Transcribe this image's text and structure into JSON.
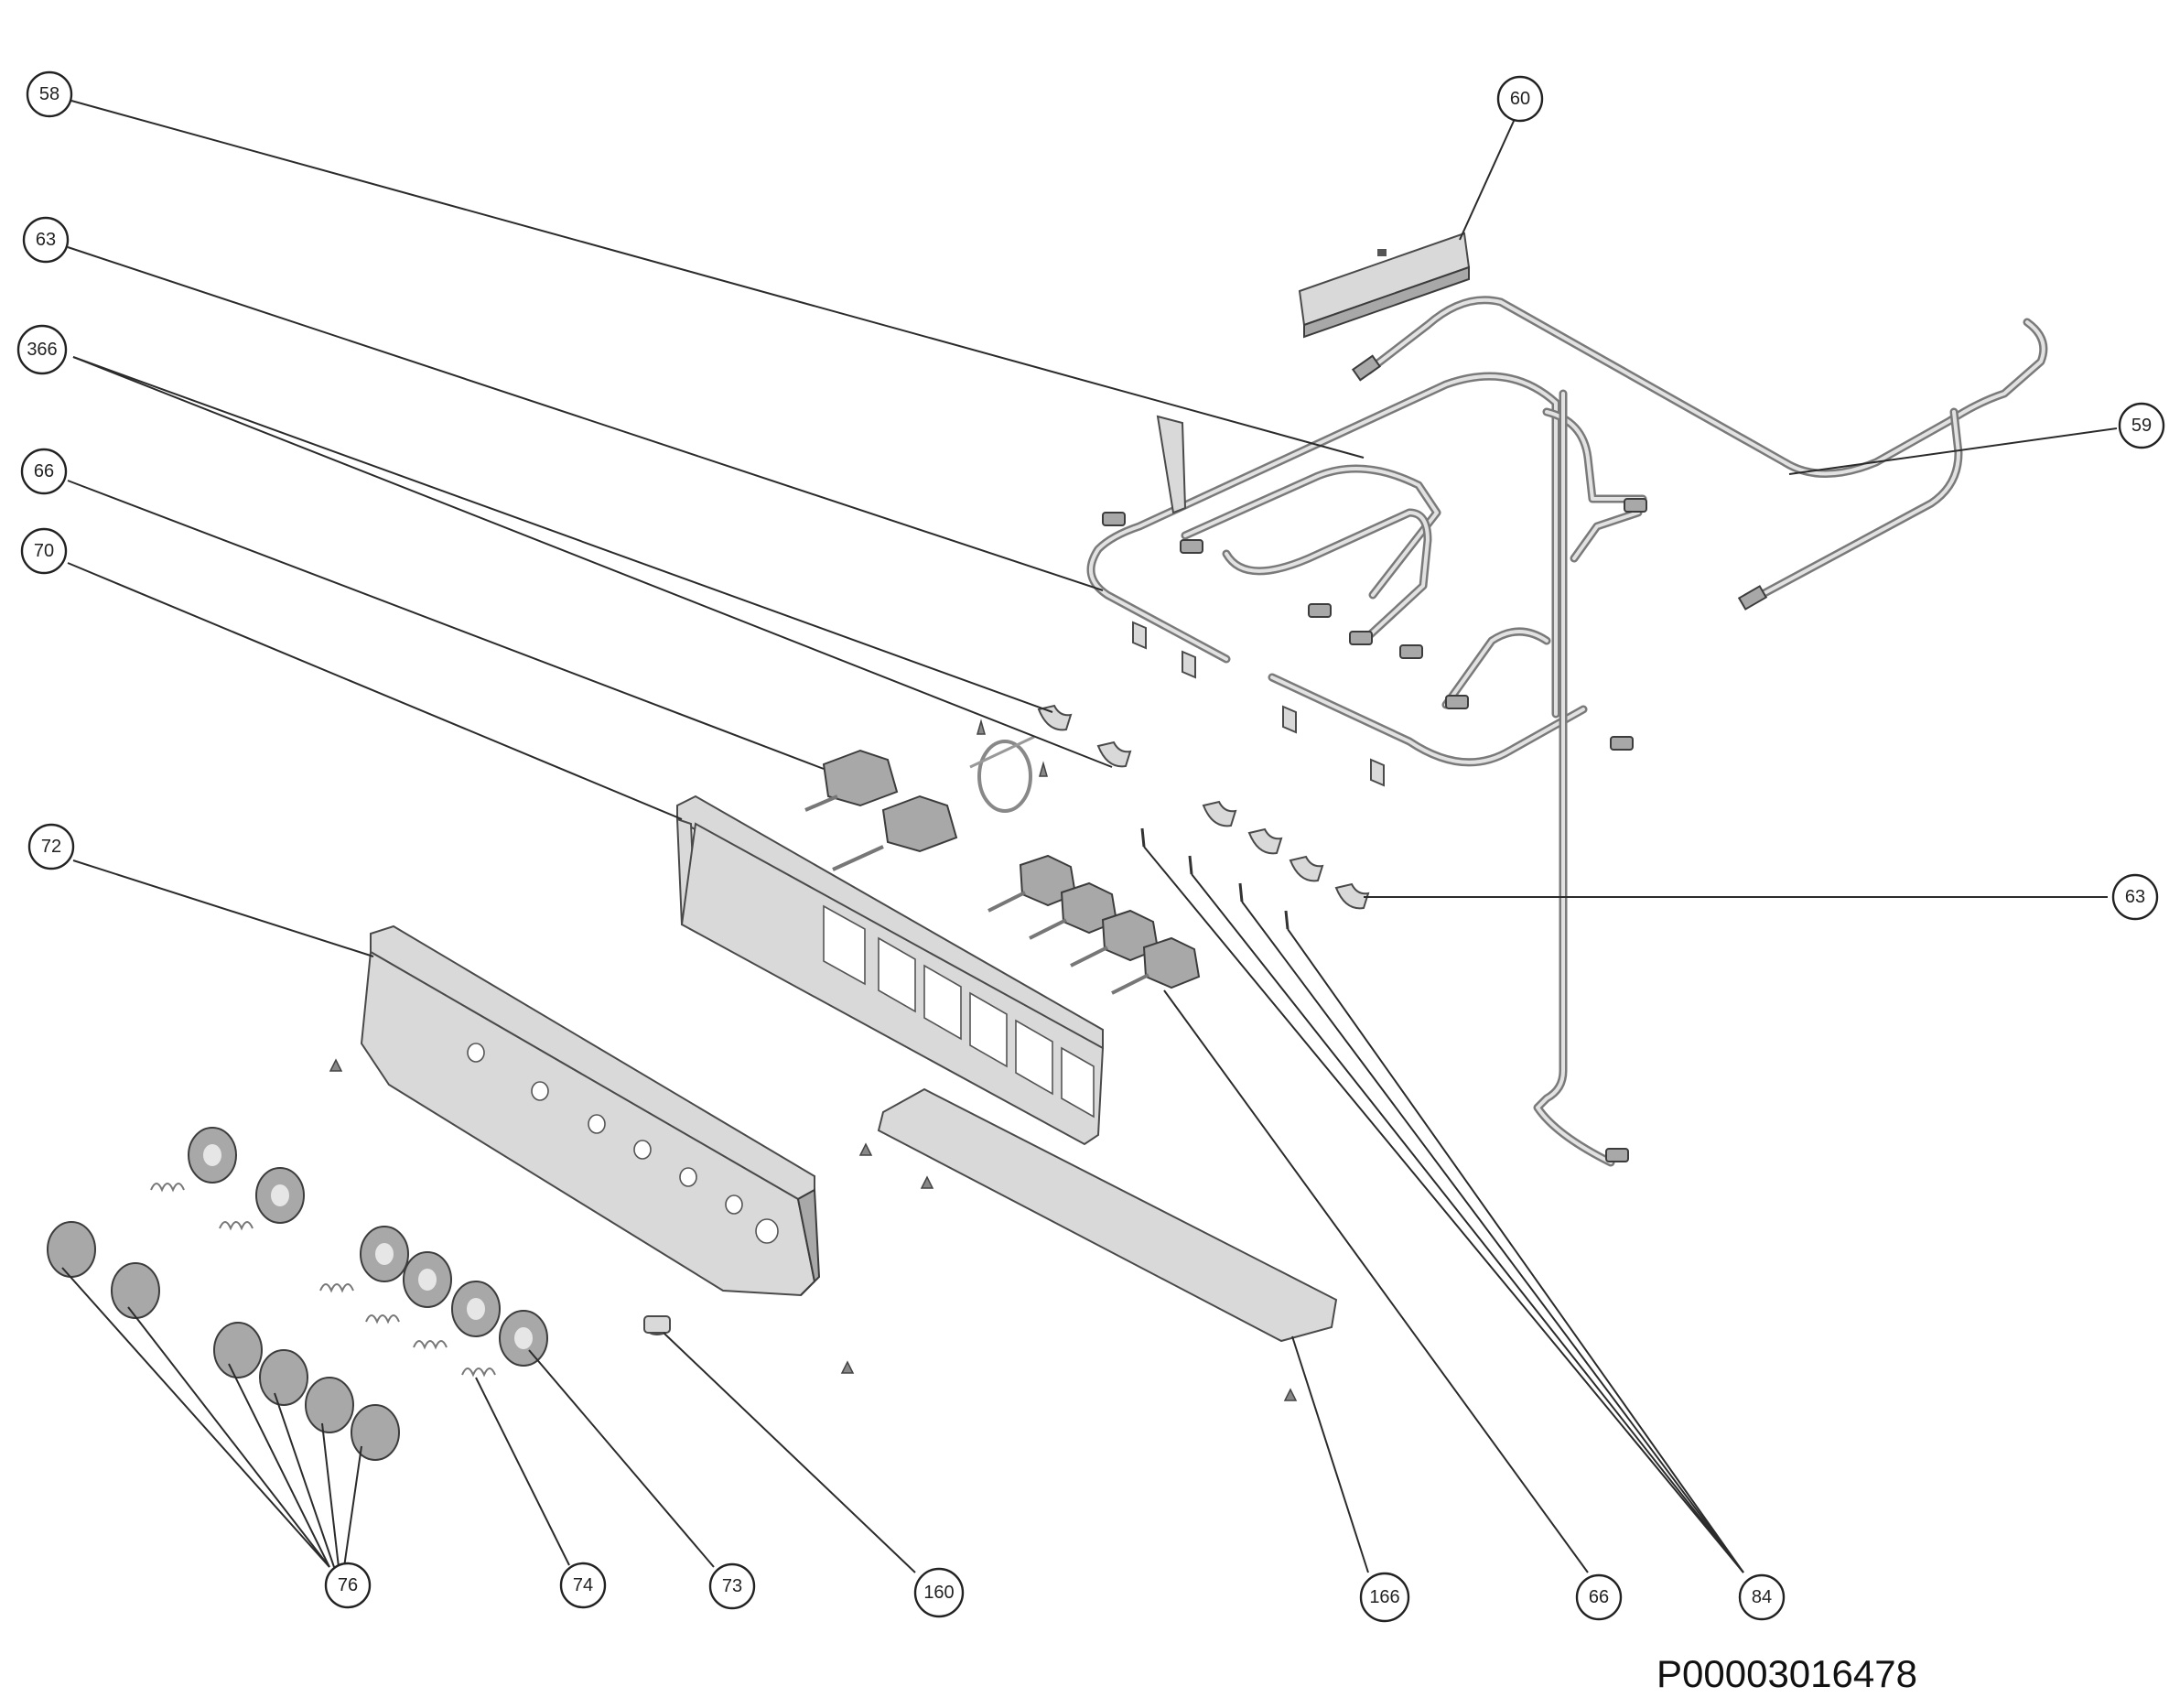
{
  "drawing_code": "P00003016478",
  "callouts": [
    {
      "label": "58"
    },
    {
      "label": "63"
    },
    {
      "label": "366"
    },
    {
      "label": "66"
    },
    {
      "label": "70"
    },
    {
      "label": "72"
    },
    {
      "label": "60"
    },
    {
      "label": "59"
    },
    {
      "label": "63"
    },
    {
      "label": "76"
    },
    {
      "label": "74"
    },
    {
      "label": "73"
    },
    {
      "label": "160"
    },
    {
      "label": "166"
    },
    {
      "label": "66"
    },
    {
      "label": "84"
    }
  ],
  "colors": {
    "line": "#2b2b2b",
    "part_fill": "#d9d9d9",
    "part_shadow": "#a8a8a8"
  }
}
